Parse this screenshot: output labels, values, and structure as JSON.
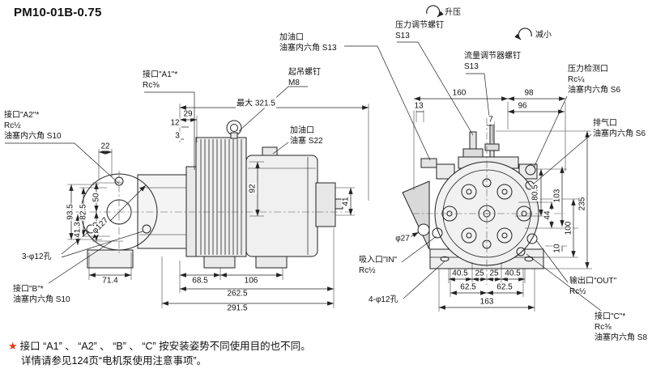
{
  "title": "PM10-01B-0.75",
  "callouts": {
    "oil_fill_s13": {
      "lines": [
        "加油口",
        "油塞内六角 S13"
      ]
    },
    "lifting_bolt": {
      "lines": [
        "起吊螺钉",
        "M8"
      ]
    },
    "port_a1": {
      "lines": [
        "接口\"A1\"*",
        "Rc⅜"
      ]
    },
    "port_a2": {
      "lines": [
        "接口\"A2\"*",
        "Rc½",
        "油塞内六角 S10"
      ]
    },
    "oil_fill_s22": {
      "lines": [
        "加油口",
        "油塞 S22"
      ]
    },
    "pressure_adjust_screw": {
      "lines": [
        "压力调节螺钉",
        "S13"
      ]
    },
    "raise_pressure": "升压",
    "reduce": "减小",
    "flow_adjust_screw": {
      "lines": [
        "流量调节器螺钉",
        "S13"
      ]
    },
    "pressure_check_port": {
      "lines": [
        "压力检测口",
        "Rc¼",
        "油塞内六角 S6"
      ]
    },
    "air_vent": {
      "lines": [
        "排气口",
        "油塞内六角 S6"
      ]
    },
    "suction_port": {
      "lines": [
        "吸入口\"IN\"",
        "Rc½"
      ]
    },
    "outlet_port": {
      "lines": [
        "输出口\"OUT\"",
        "Rc½"
      ]
    },
    "port_c": {
      "lines": [
        "接口\"C\"*",
        "Rc⅜",
        "油塞内六角 S8"
      ]
    },
    "port_b": {
      "lines": [
        "接口\"B\"*",
        "油塞内六角 S10"
      ]
    },
    "holes_3": "3-φ12孔",
    "holes_4": "4-φ12孔",
    "max_length": "最大 321.5"
  },
  "dims": {
    "d29": "29",
    "d12": "12",
    "d3": "3",
    "d22": "22",
    "d93_5": "93.5",
    "d82_5": "82.5",
    "d41_3": "41.3",
    "d50a": "50",
    "d50b": "50",
    "dia127": "φ127",
    "d71_4": "71.4",
    "d68_5": "68.5",
    "d106": "106",
    "d262_5": "262.5",
    "d291_5": "291.5",
    "d92": "92",
    "d41": "41",
    "d160": "160",
    "d98": "98",
    "d13": "13",
    "d96": "96",
    "d7": "7",
    "d80_5": "80.5",
    "d103": "103",
    "d44": "44",
    "d235": "235",
    "d100": "100",
    "d10": "10",
    "dia27": "φ27",
    "d40_5a": "40.5",
    "d25a": "25",
    "d25b": "25",
    "d40_5b": "40.5",
    "d62_5a": "62.5",
    "d62_5b": "62.5",
    "d163": "163"
  },
  "note": {
    "star": "★",
    "line1": "接口 “A1” 、 “A2” 、 “B” 、 “C” 按安装姿势不同使用目的也不同。",
    "line2": "详情请参见124页“电机泵使用注意事项”。"
  },
  "colors": {
    "star_red": "#e8380d",
    "line": "#222222"
  }
}
